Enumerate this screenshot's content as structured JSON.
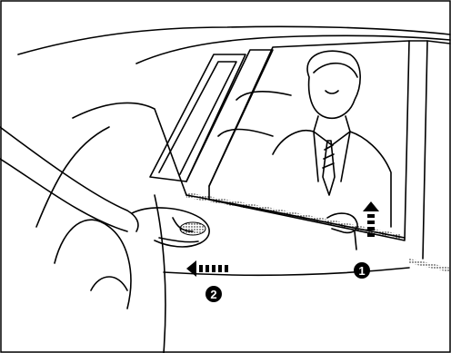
{
  "illustration": {
    "steps": [
      {
        "marker": "1",
        "action": "lift-inside-lock-knob",
        "arrow": "up"
      },
      {
        "marker": "2",
        "action": "pull-outside-door-handle",
        "arrow": "left"
      }
    ],
    "colors": {
      "line": "#000000",
      "background": "#ffffff",
      "marker_fill": "#000000",
      "marker_text": "#ffffff"
    }
  }
}
